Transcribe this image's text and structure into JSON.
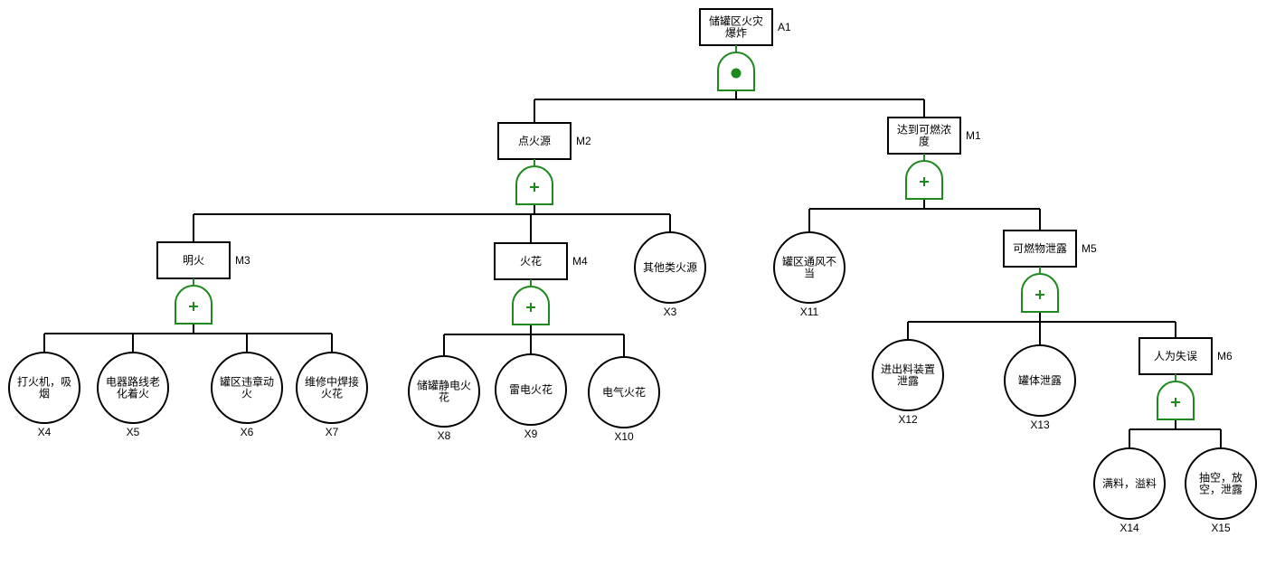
{
  "diagram": {
    "type": "fault-tree",
    "colors": {
      "gate": "#1e8a1e",
      "line": "#000000",
      "fill": "#ffffff"
    },
    "events": [
      {
        "id": "A1",
        "kind": "top",
        "lines": [
          "储罐区火灾",
          "爆炸"
        ],
        "gate": "and"
      },
      {
        "id": "M2",
        "kind": "intermediate",
        "parent": "A1",
        "lines": [
          "点火源"
        ],
        "gate": "or"
      },
      {
        "id": "M1",
        "kind": "intermediate",
        "parent": "A1",
        "lines": [
          "达到可燃浓",
          "度"
        ],
        "gate": "or"
      },
      {
        "id": "M3",
        "kind": "intermediate",
        "parent": "M2",
        "lines": [
          "明火"
        ],
        "gate": "or"
      },
      {
        "id": "M4",
        "kind": "intermediate",
        "parent": "M2",
        "lines": [
          "火花"
        ],
        "gate": "or"
      },
      {
        "id": "X3",
        "kind": "basic",
        "parent": "M2",
        "lines": [
          "其他类火源"
        ]
      },
      {
        "id": "X4",
        "kind": "basic",
        "parent": "M3",
        "lines": [
          "打火机，吸",
          "烟"
        ]
      },
      {
        "id": "X5",
        "kind": "basic",
        "parent": "M3",
        "lines": [
          "电器路线老",
          "化着火"
        ]
      },
      {
        "id": "X6",
        "kind": "basic",
        "parent": "M3",
        "lines": [
          "罐区违章动",
          "火"
        ]
      },
      {
        "id": "X7",
        "kind": "basic",
        "parent": "M3",
        "lines": [
          "维修中焊接",
          "火花"
        ]
      },
      {
        "id": "X8",
        "kind": "basic",
        "parent": "M4",
        "lines": [
          "储罐静电火",
          "花"
        ]
      },
      {
        "id": "X9",
        "kind": "basic",
        "parent": "M4",
        "lines": [
          "雷电火花"
        ]
      },
      {
        "id": "X10",
        "kind": "basic",
        "parent": "M4",
        "lines": [
          "电气火花"
        ]
      },
      {
        "id": "X11",
        "kind": "basic",
        "parent": "M1",
        "lines": [
          "罐区通风不",
          "当"
        ]
      },
      {
        "id": "M5",
        "kind": "intermediate",
        "parent": "M1",
        "lines": [
          "可燃物泄露"
        ],
        "gate": "or"
      },
      {
        "id": "X12",
        "kind": "basic",
        "parent": "M5",
        "lines": [
          "进出料装置",
          "泄露"
        ]
      },
      {
        "id": "X13",
        "kind": "basic",
        "parent": "M5",
        "lines": [
          "罐体泄露"
        ]
      },
      {
        "id": "M6",
        "kind": "intermediate",
        "parent": "M5",
        "lines": [
          "人为失误"
        ],
        "gate": "or"
      },
      {
        "id": "X14",
        "kind": "basic",
        "parent": "M6",
        "lines": [
          "满料，溢料"
        ]
      },
      {
        "id": "X15",
        "kind": "basic",
        "parent": "M6",
        "lines": [
          "抽空，放",
          "空，泄露"
        ]
      }
    ]
  }
}
